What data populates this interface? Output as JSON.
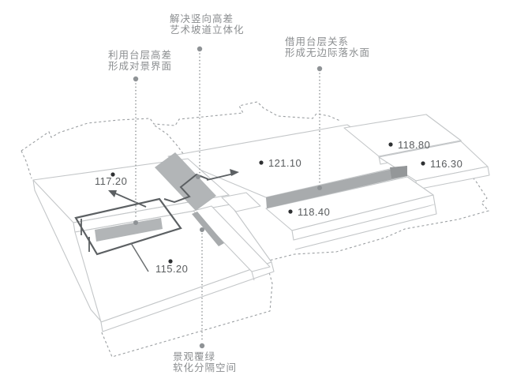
{
  "figure": {
    "type": "axonometric-terrace-diagram",
    "annotations": [
      {
        "id": "ramp",
        "line1": "解决竖向高差",
        "line2": "艺术坡道立体化"
      },
      {
        "id": "view-frame",
        "line1": "利用台层高差",
        "line2": "形成对景界面"
      },
      {
        "id": "waterfall",
        "line1": "借用台层关系",
        "line2": "形成无边际落水面"
      },
      {
        "id": "greenery",
        "line1": "景观覆绿",
        "line2": "软化分隔空间"
      }
    ],
    "elevations": [
      {
        "id": "left-upper-terrace",
        "value": "117.20"
      },
      {
        "id": "center-high-terrace",
        "value": "121.10"
      },
      {
        "id": "right-back-terrace",
        "value": "118.80"
      },
      {
        "id": "right-front-terrace",
        "value": "116.30"
      },
      {
        "id": "center-front-terrace",
        "value": "118.40"
      },
      {
        "id": "left-lower-terrace",
        "value": "115.20"
      }
    ],
    "colors": {
      "background": "#ffffff",
      "dashed_boundary": "#9b9fa2",
      "platform_line": "#c3c6c8",
      "gray_fill": "#b2b5b7",
      "gray_fill_dark": "#a8abad",
      "dark_line": "#5c6063",
      "annotation_text": "#8b8e90",
      "elevation_text": "#595c5e",
      "leader_dot": "#8f9396",
      "elevation_dot": "#2e3032"
    }
  }
}
